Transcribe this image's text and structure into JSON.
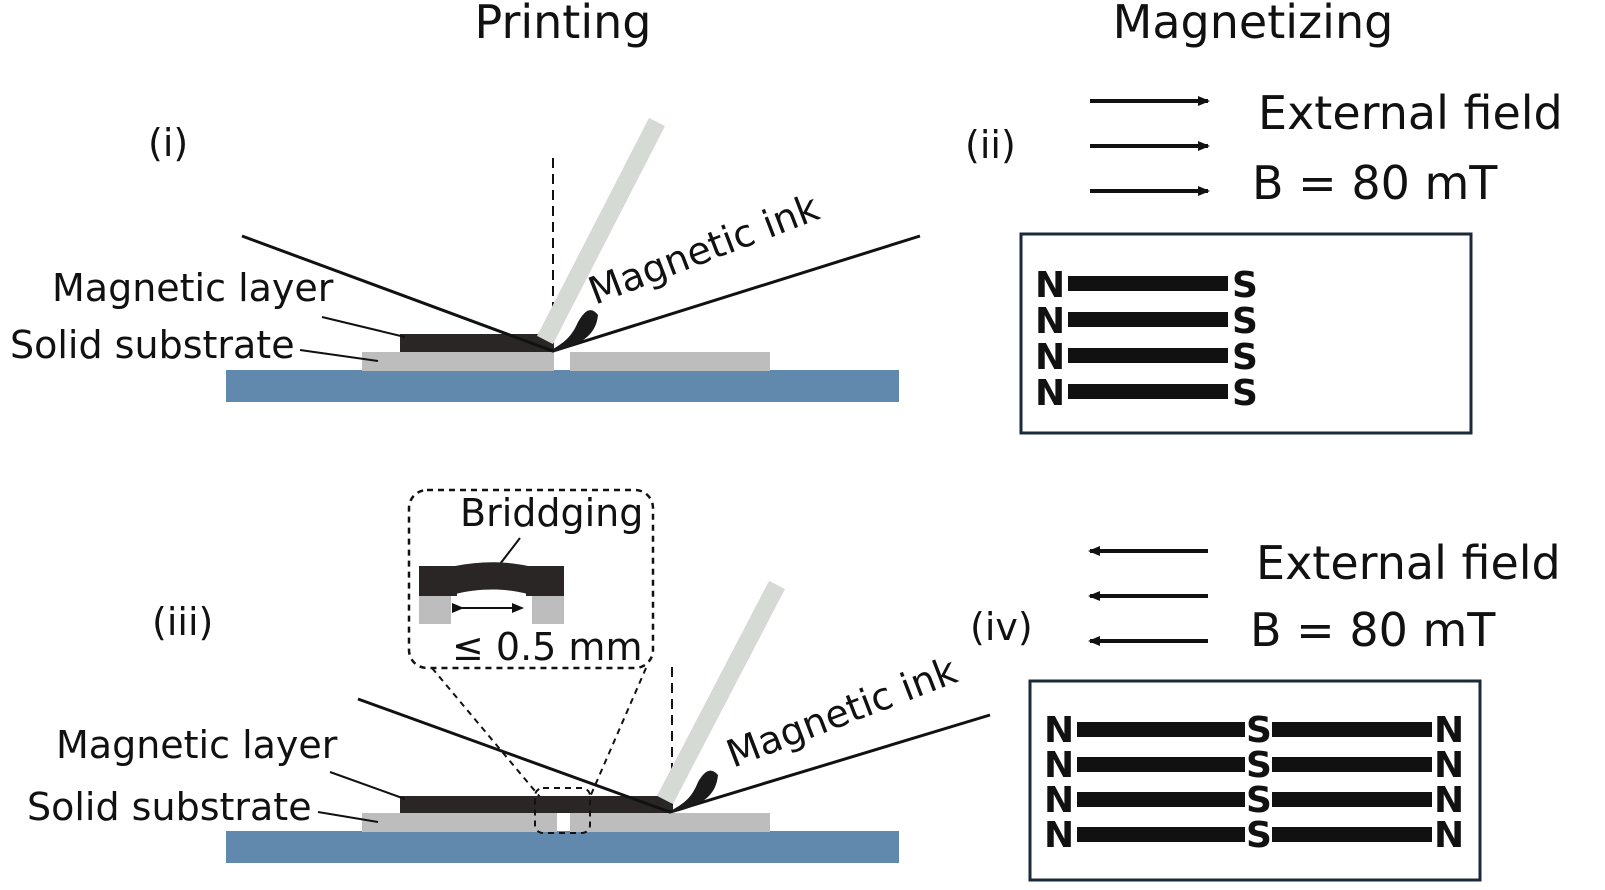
{
  "headers": {
    "printing": "Printing",
    "magnetizing": "Magnetizing"
  },
  "panels": {
    "i": {
      "tag": "(i)",
      "layer_label": "Magnetic layer",
      "substrate_label": "Solid substrate",
      "ink_label": "Magnetic ink"
    },
    "ii": {
      "tag": "(ii)",
      "field_label": "External field",
      "field_value": "B = 80 mT",
      "field_direction": "right",
      "poles": {
        "left": "N",
        "right": "S"
      }
    },
    "iii": {
      "tag": "(iii)",
      "layer_label": "Magnetic layer",
      "substrate_label": "Solid substrate",
      "ink_label": "Magnetic ink",
      "inset": {
        "title": "Briddging",
        "gap": "≤ 0.5 mm"
      }
    },
    "iv": {
      "tag": "(iv)",
      "field_label": "External field",
      "field_value": "B = 80 mT",
      "field_direction": "left",
      "poles": {
        "left": "N",
        "middle": "S",
        "right": "N"
      }
    }
  },
  "colors": {
    "north": "#e0115f",
    "south": "#1e9bd7",
    "platform": "#6189ad",
    "substrate": "#bdbdbd",
    "magnetic_layer": "#2b2626",
    "squeegee": "#d5dad5",
    "ink": "#1a1a1a"
  }
}
